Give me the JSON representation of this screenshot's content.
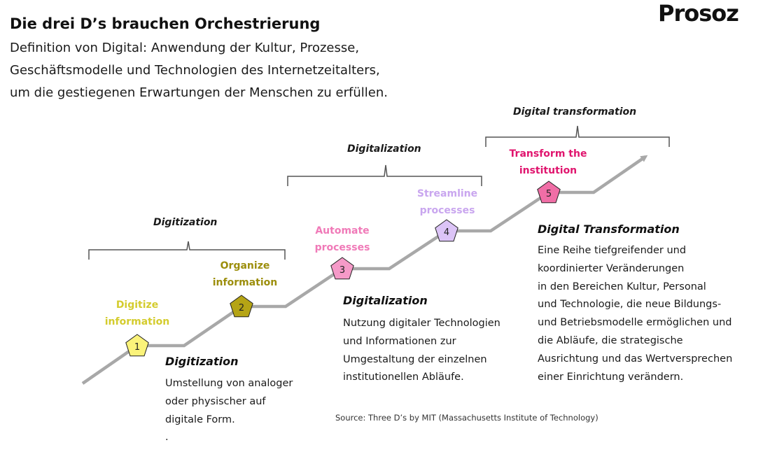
{
  "title": "Die drei D’s brauchen Orchestrierung",
  "intro_lines": [
    "Definition von Digital: Anwendung der Kultur, Prozesse,",
    "Geschäftsmodelle und Technologien des Internetzeitalters,",
    "um die gestiegenen Erwartungen der Menschen zu erfüllen."
  ],
  "logo": "Prosoz",
  "braces": {
    "digitization": "Digitization",
    "digitalization": "Digitalization",
    "transformation": "Digital transformation"
  },
  "steps": [
    {
      "num": "1",
      "line1": "Digitize",
      "line2": "information",
      "color": "#d4cc2e",
      "fill": "#fbf37a"
    },
    {
      "num": "2",
      "line1": "Organize",
      "line2": "information",
      "color": "#9c8e0c",
      "fill": "#b5a415"
    },
    {
      "num": "3",
      "line1": "Automate",
      "line2": "processes",
      "color": "#f07ab8",
      "fill": "#f59ac8"
    },
    {
      "num": "4",
      "line1": "Streamline",
      "line2": "processes",
      "color": "#c9a6ef",
      "fill": "#dcc4f7"
    },
    {
      "num": "5",
      "line1": "Transform the",
      "line2": "institution",
      "color": "#e0156e",
      "fill": "#f06ea6"
    }
  ],
  "sections": {
    "digitization": {
      "heading": "Digitization",
      "lines": [
        "Umstellung von analoger",
        "oder physischer auf",
        "digitale Form.",
        "."
      ]
    },
    "digitalization": {
      "heading": "Digitalization",
      "lines": [
        "Nutzung digitaler Technologien",
        "und Informationen zur",
        "Umgestaltung der einzelnen",
        "institutionellen Abläufe."
      ]
    },
    "transformation": {
      "heading": "Digital Transformation",
      "lines": [
        "Eine Reihe tiefgreifender und",
        "koordinierter Veränderungen",
        "in den Bereichen Kultur, Personal",
        "und Technologie, die neue Bildungs-",
        "und Betriebsmodelle ermöglichen und",
        "die Abläufe, die strategische",
        "Ausrichtung und das Wertversprechen",
        "einer Einrichtung verändern."
      ]
    }
  },
  "source": "Source: Three D’s by MIT (Massachusetts Institute of Technology)",
  "colors": {
    "path": "#a8a8a8",
    "brace": "#555555"
  }
}
